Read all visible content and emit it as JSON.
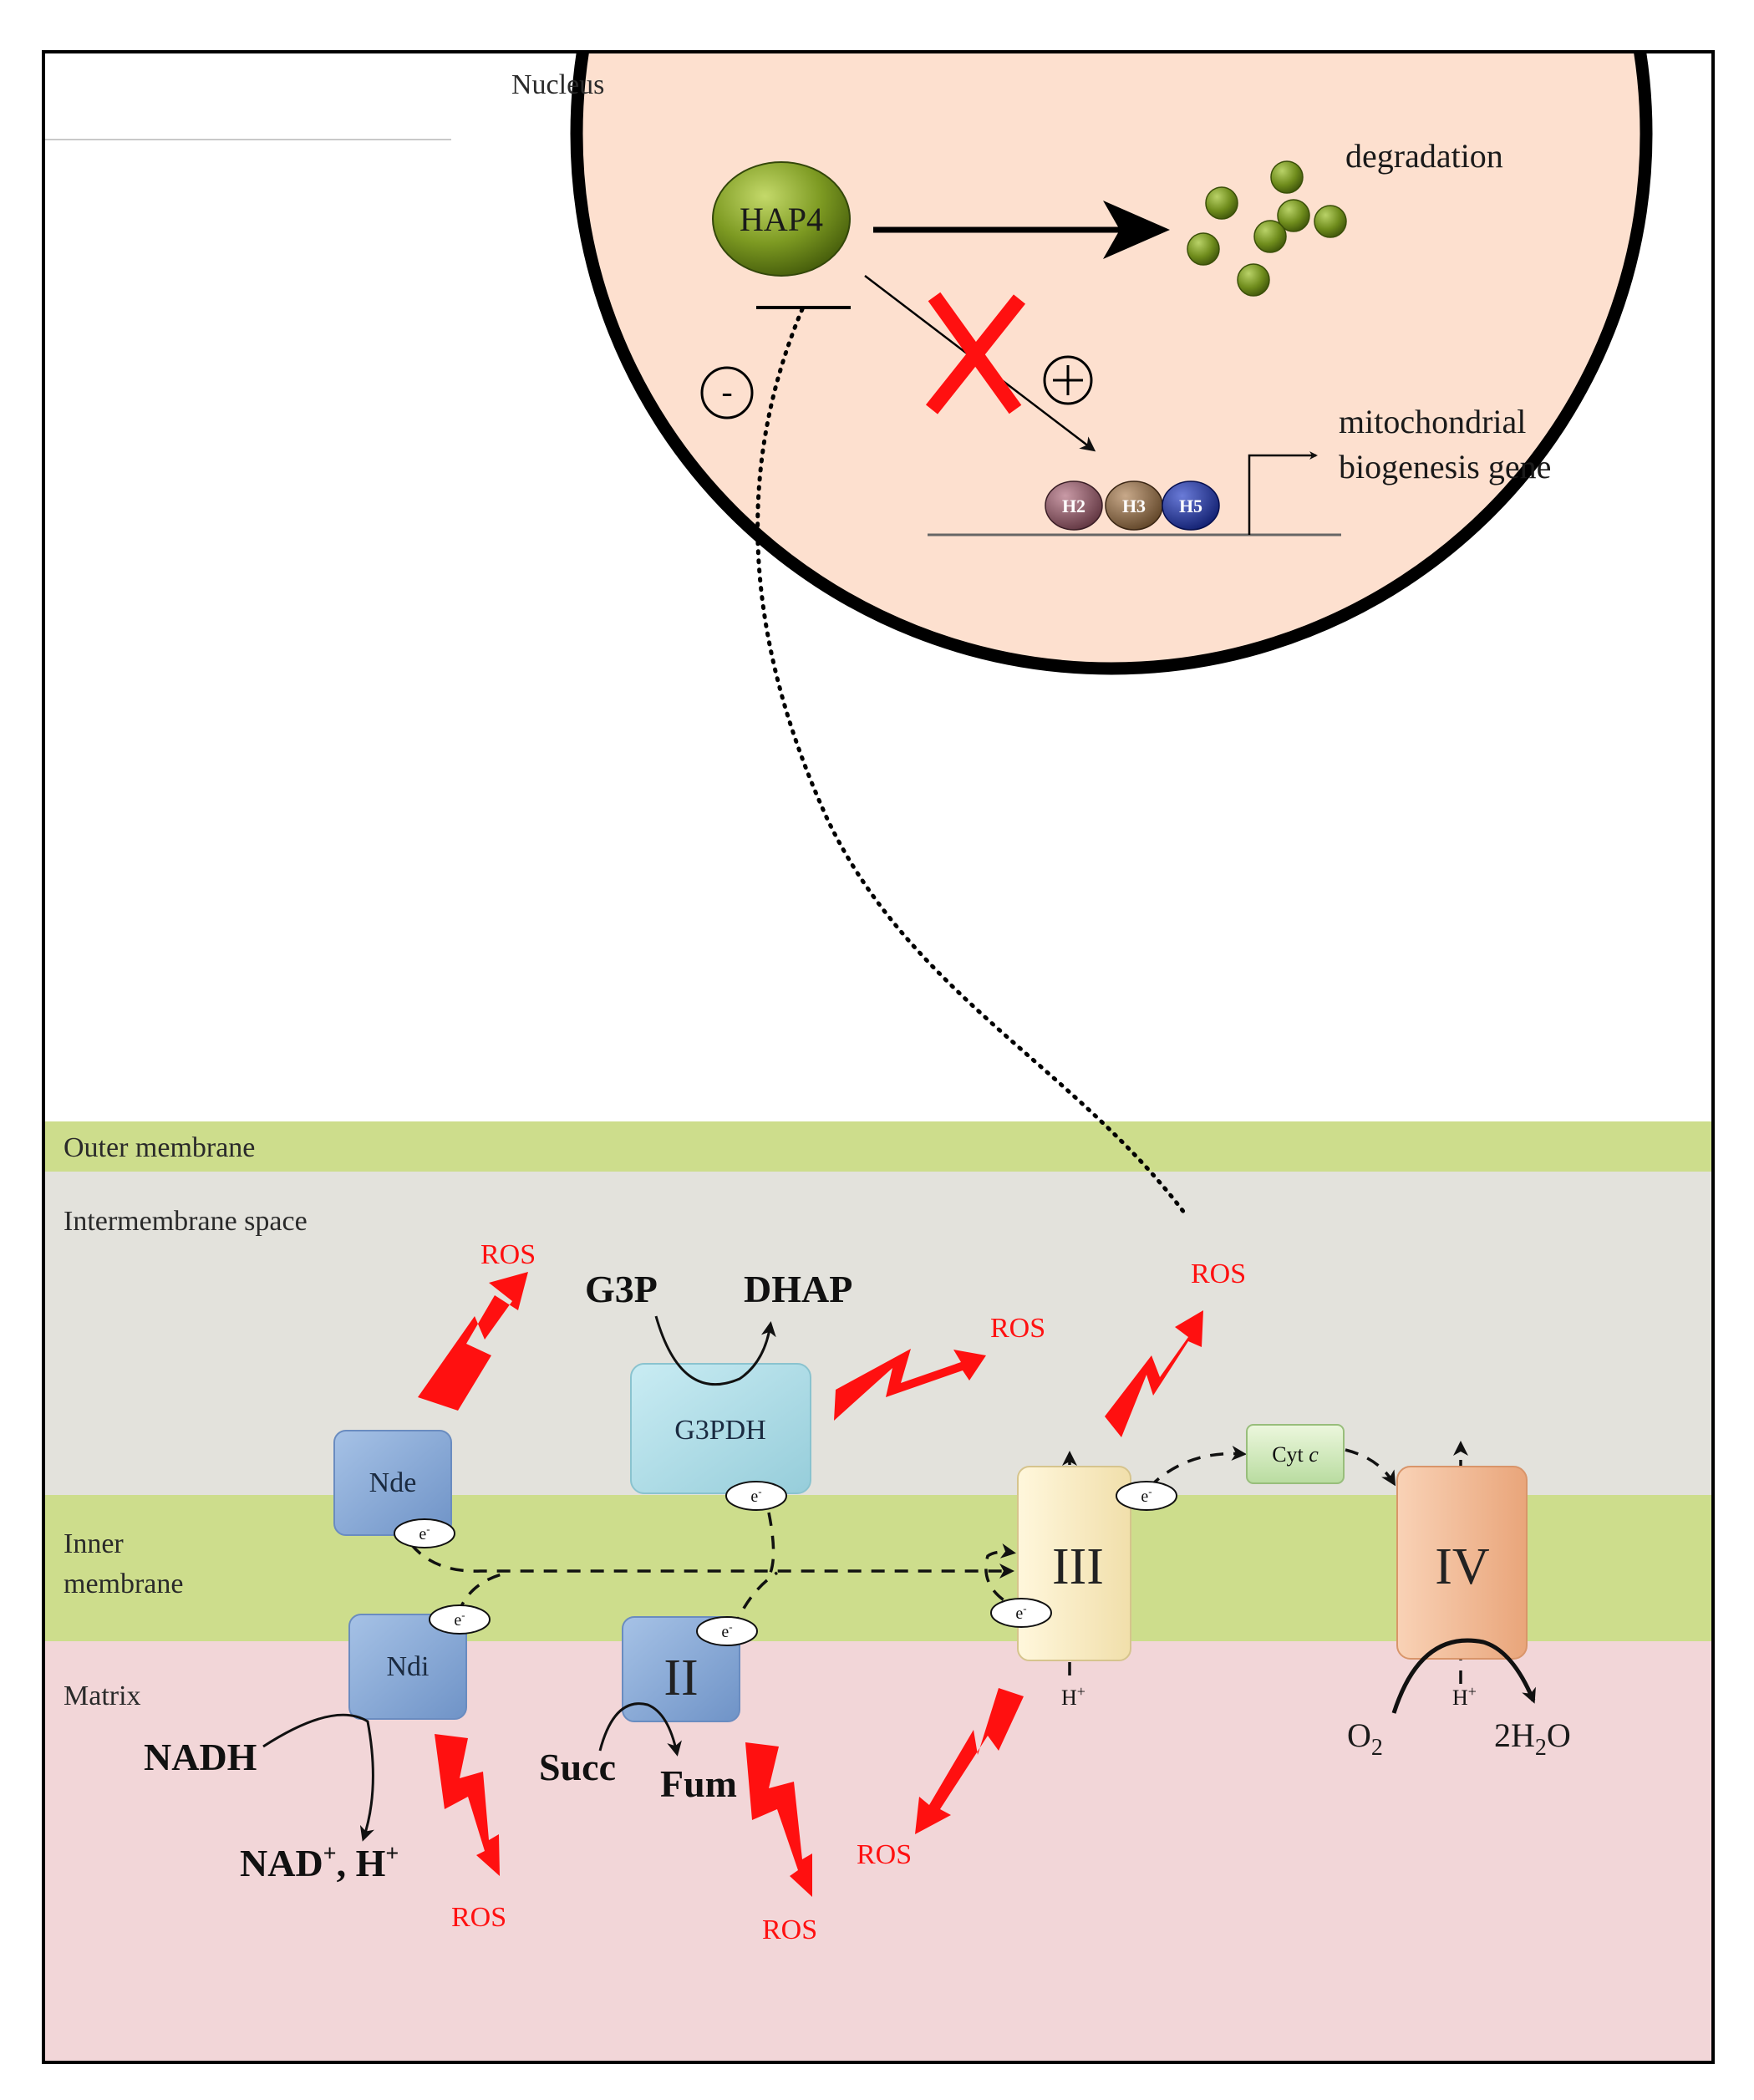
{
  "regions": {
    "nucleus": "Nucleus",
    "outer_membrane": "Outer membrane",
    "intermembrane_space": "Intermembrane space",
    "inner_membrane_line1": "Inner",
    "inner_membrane_line2": "membrane",
    "matrix": "Matrix"
  },
  "nucleus": {
    "hap4": "HAP4",
    "degradation": "degradation",
    "gene_line1": "mitochondrial",
    "gene_line2": "biogenesis gene",
    "minus": "-",
    "plus": "+",
    "histones": [
      "H2",
      "H3",
      "H5"
    ]
  },
  "complexes": {
    "nde": "Nde",
    "ndi": "Ndi",
    "g3pdh": "G3PDH",
    "complex_ii": "II",
    "complex_iii": "III",
    "complex_iv": "IV",
    "cyt_c_prefix": "Cyt ",
    "cyt_c_italic": "c"
  },
  "metabolites": {
    "g3p": "G3P",
    "dhap": "DHAP",
    "nadh": "NADH",
    "nad_main": "NAD",
    "nad_sup": "+",
    "nad_sep": ", H",
    "nad_sup2": "+",
    "succ": "Succ",
    "fum": "Fum",
    "o2_main": "O",
    "o2_sub": "2",
    "h2o_pre": "2H",
    "h2o_sub": "2",
    "h2o_post": "O",
    "h_main": "H",
    "h_sup": "+"
  },
  "electron": {
    "main": "e",
    "sup": "-"
  },
  "ros_label": "ROS",
  "colors": {
    "nucleus_fill": "#fde0cf",
    "outer_membrane": "#cddd8c",
    "intermembrane_space": "#e3e2dc",
    "inner_membrane": "#cddd8c",
    "matrix": "#f2d6d8",
    "ros": "#ff1010",
    "hap4": "#6b8a1a",
    "complex_blue": "#88aad6",
    "g3pdh": "#b2dfe8",
    "complex_iii": "#fbefc8",
    "complex_iv": "#f6c3a2",
    "cyt_c": "#d9efc2"
  }
}
